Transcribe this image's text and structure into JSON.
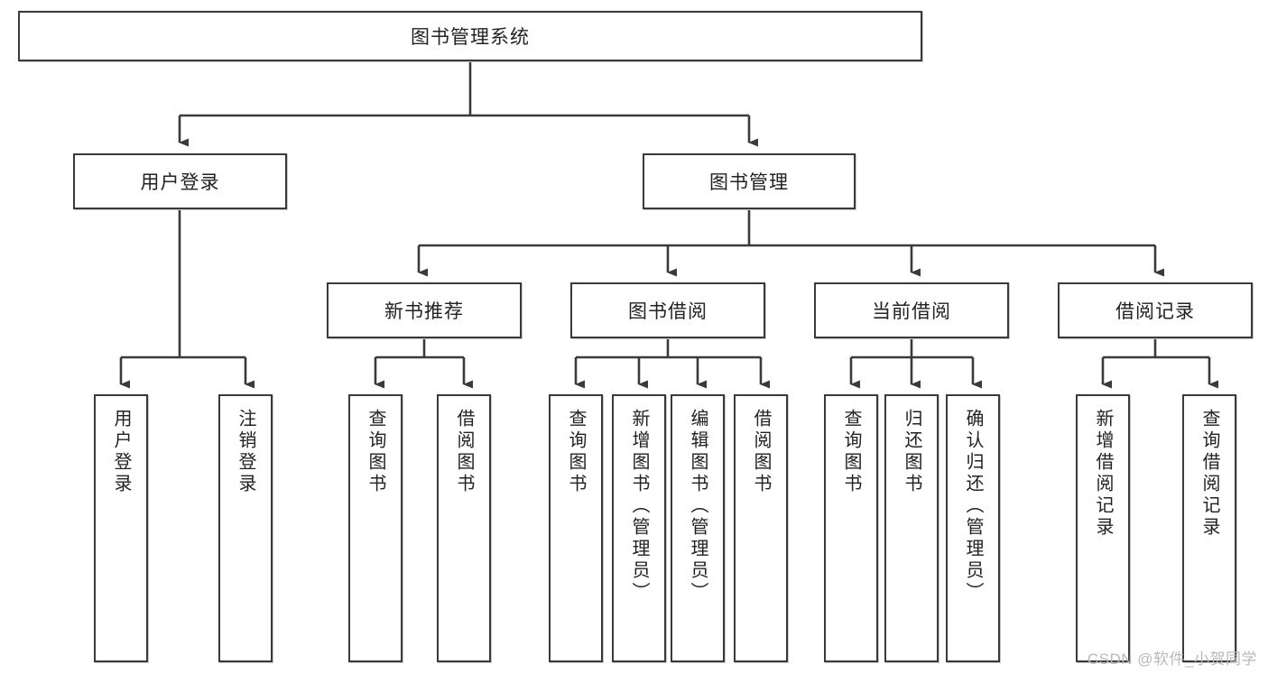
{
  "diagram": {
    "type": "tree-hierarchy-chart",
    "title_node": {
      "label": "图书管理系统"
    },
    "level1": [
      {
        "label": "用户登录"
      },
      {
        "label": "图书管理"
      }
    ],
    "level2": [
      {
        "label": "新书推荐"
      },
      {
        "label": "图书借阅"
      },
      {
        "label": "当前借阅"
      },
      {
        "label": "借阅记录"
      }
    ],
    "leaves": {
      "user_login": [
        {
          "label": "用户登录"
        },
        {
          "label": "注销登录"
        }
      ],
      "new_book_recommend": [
        {
          "label": "查询图书"
        },
        {
          "label": "借阅图书"
        }
      ],
      "book_borrow": [
        {
          "label": "查询图书"
        },
        {
          "label": "新增图书（管理员）"
        },
        {
          "label": "编辑图书（管理员）"
        },
        {
          "label": "借阅图书"
        }
      ],
      "current_borrow": [
        {
          "label": "查询图书"
        },
        {
          "label": "归还图书"
        },
        {
          "label": "确认归还（管理员）"
        }
      ],
      "borrow_record": [
        {
          "label": "新增借阅记录"
        },
        {
          "label": "查询借阅记录"
        }
      ]
    }
  },
  "watermark": {
    "text": "CSDN @软件_小贺同学"
  },
  "colors": {
    "border": "#3a3a3a",
    "background": "#ffffff",
    "text": "#222222",
    "watermark": "#b9b9b9"
  }
}
